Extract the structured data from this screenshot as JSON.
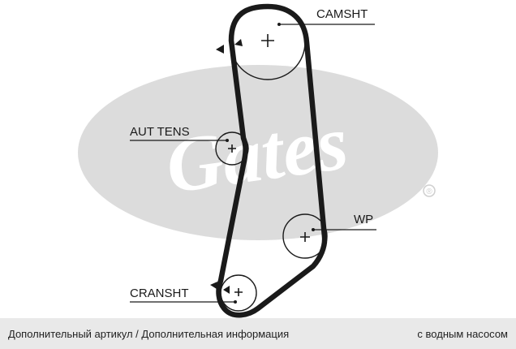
{
  "diagram": {
    "labels": {
      "camshaft": "CAMSHT",
      "auto_tensioner": "AUT TENS",
      "water_pump": "WP",
      "crankshaft": "CRANSHT"
    },
    "logo": {
      "text": "Gates",
      "registered_mark": "®"
    }
  },
  "footer": {
    "left_text": "Дополнительный артикул / Дополнительная информация",
    "right_text": "с водным насосом"
  },
  "colors": {
    "belt": "#1a1a1a",
    "logo_grey": "#dcdcdc",
    "footer_bg": "#e9e9e9"
  }
}
